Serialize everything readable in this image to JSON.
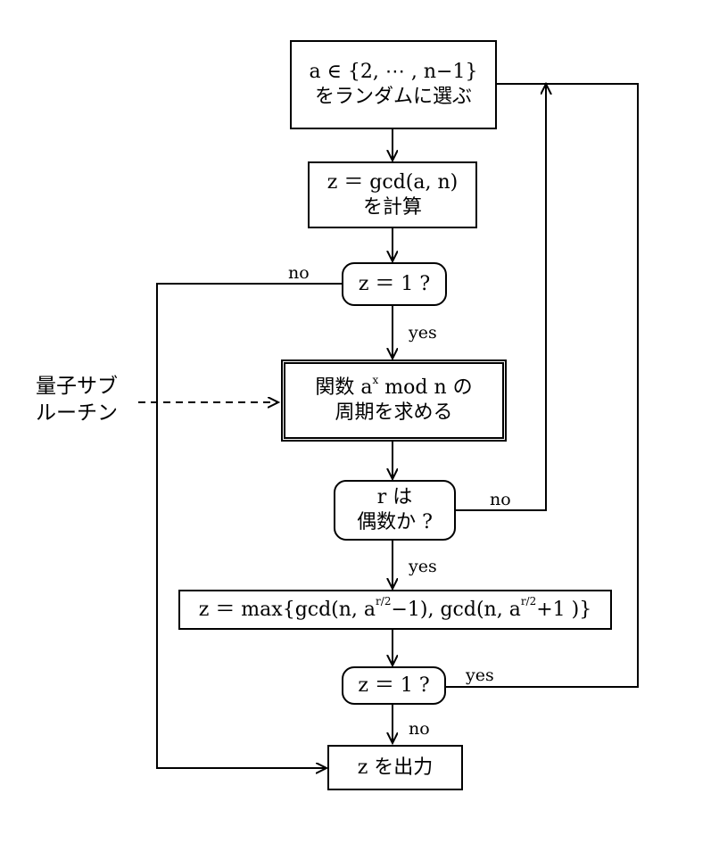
{
  "boxes": {
    "select": {
      "line1": "a ∈ {2, ⋯ , n−1}",
      "line2": "をランダムに選ぶ"
    },
    "gcd": {
      "line1": "z ＝ gcd(a, n)",
      "line2": "を計算"
    },
    "check1": {
      "text": "z ＝ 1 ?"
    },
    "period": {
      "line1_pre": "関数 a",
      "line1_sup": "x",
      "line1_post": " mod n の",
      "line2": "周期を求める"
    },
    "even": {
      "line1": "r は",
      "line2": "偶数か ?"
    },
    "max": {
      "p1": "z ＝ max{gcd(n, a",
      "sup1": "r/2",
      "p2": "−1), gcd(n, a",
      "sup2": "r/2",
      "p3": "+1 )}"
    },
    "check2": {
      "text": "z ＝ 1 ?"
    },
    "output": {
      "text": "z を出力"
    }
  },
  "side_label": {
    "line1": "量子サブ",
    "line2": "ルーチン"
  },
  "edge_labels": {
    "check1_no": "no",
    "check1_yes": "yes",
    "even_no": "no",
    "even_yes": "yes",
    "check2_yes": "yes",
    "check2_no": "no"
  }
}
